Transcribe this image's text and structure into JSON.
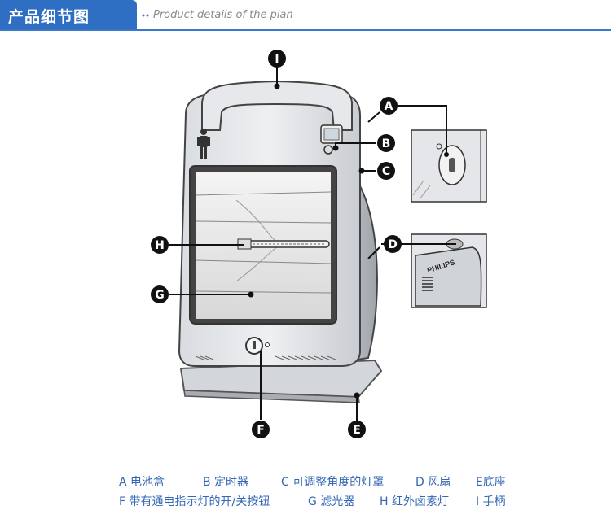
{
  "header": {
    "title": "产品细节图",
    "subtitle": "Product details of the plan"
  },
  "colors": {
    "accent": "#2f6fc3",
    "legend_text": "#3567b5"
  },
  "product": {
    "brand": "PHILIPS"
  },
  "callouts": {
    "A": "A",
    "B": "B",
    "C": "C",
    "D": "D",
    "E": "E",
    "F": "F",
    "G": "G",
    "H": "H",
    "I": "I"
  },
  "legend": {
    "row1": [
      "A 电池盒",
      "B 定时器",
      "C 可调整角度的灯罩",
      "D 风扇",
      "E底座"
    ],
    "row2": [
      "F 带有通电指示灯的开/关按钮",
      "G 滤光器",
      "H 红外卤素灯",
      "I 手柄"
    ]
  }
}
